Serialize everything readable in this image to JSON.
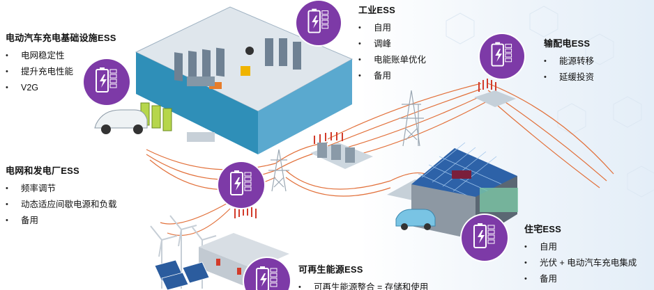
{
  "colors": {
    "badge": "#7d3aa7",
    "power_line": "#e2703a",
    "insulator": "#d23b2a"
  },
  "icons": {
    "battery": "battery-lightning-icon",
    "scene": [
      "ev-charging-building",
      "industrial-factory",
      "transmission-tower",
      "substation",
      "wind-turbine",
      "solar-panel",
      "residential-house"
    ]
  },
  "sections": {
    "ev": {
      "title": "电动汽车充电基础设施ESS",
      "items": [
        "电网稳定性",
        "提升充电性能",
        "V2G"
      ]
    },
    "industrial": {
      "title": "工业ESS",
      "items": [
        "自用",
        "调峰",
        "电能账单优化",
        "备用"
      ]
    },
    "transmission": {
      "title": "输配电ESS",
      "items": [
        "能源转移",
        "延缓投资"
      ]
    },
    "grid": {
      "title": "电网和发电厂ESS",
      "items": [
        "频率调节",
        "动态适应间歇电源和负载",
        "备用"
      ]
    },
    "renewable": {
      "title": "可再生能源ESS",
      "items": [
        "可再生能源整合 = 存储和使用"
      ]
    },
    "residential": {
      "title": "住宅ESS",
      "items": [
        "自用",
        "光伏 + 电动汽车充电集成",
        "备用"
      ]
    }
  }
}
